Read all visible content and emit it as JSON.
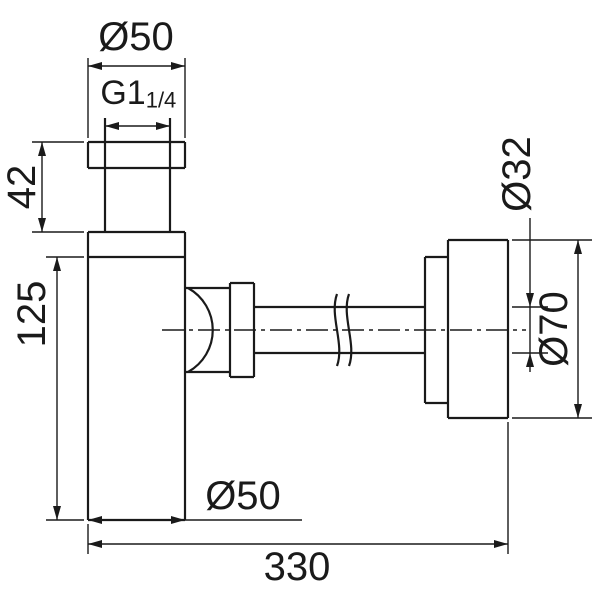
{
  "page": {
    "background": "#ffffff",
    "line_color": "#1a1a1a"
  },
  "drawing": {
    "name": "bottle-trap-dimension-drawing",
    "dimensions": {
      "top_flange_diameter": "Ø50",
      "thread_main": "G1",
      "thread_fraction": "1/4",
      "upper_section_height": "42",
      "body_height": "125",
      "outlet_pipe_diameter": "Ø32",
      "wall_flange_diameter": "Ø70",
      "body_diameter": "Ø50",
      "overall_length": "330"
    }
  }
}
